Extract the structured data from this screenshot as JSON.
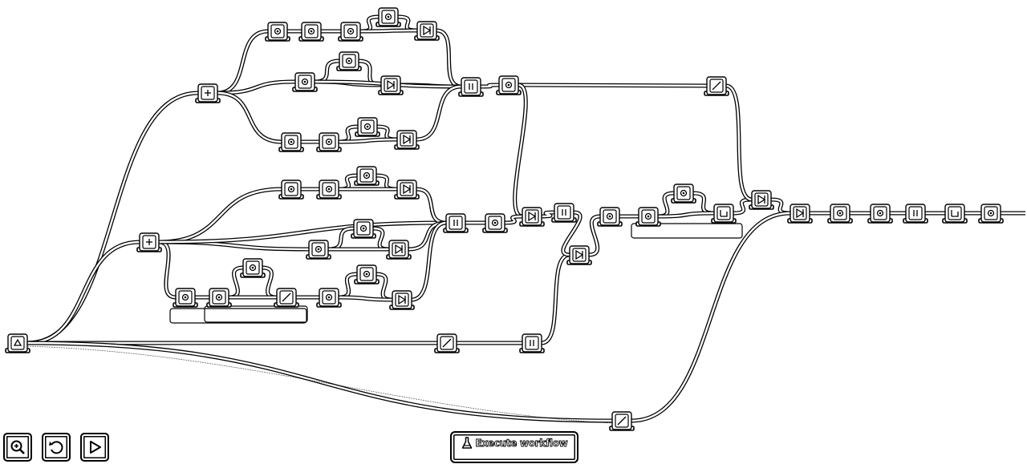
{
  "toolbar": {
    "zoom_icon": "zoom-in-icon",
    "undo_icon": "undo-icon",
    "run_icon": "play-icon"
  },
  "execute": {
    "label": "Execute workflow",
    "icon": "flask-icon"
  },
  "workflow": {
    "node_types": [
      "input",
      "process",
      "merge",
      "split",
      "join",
      "edit",
      "transform",
      "output"
    ]
  }
}
